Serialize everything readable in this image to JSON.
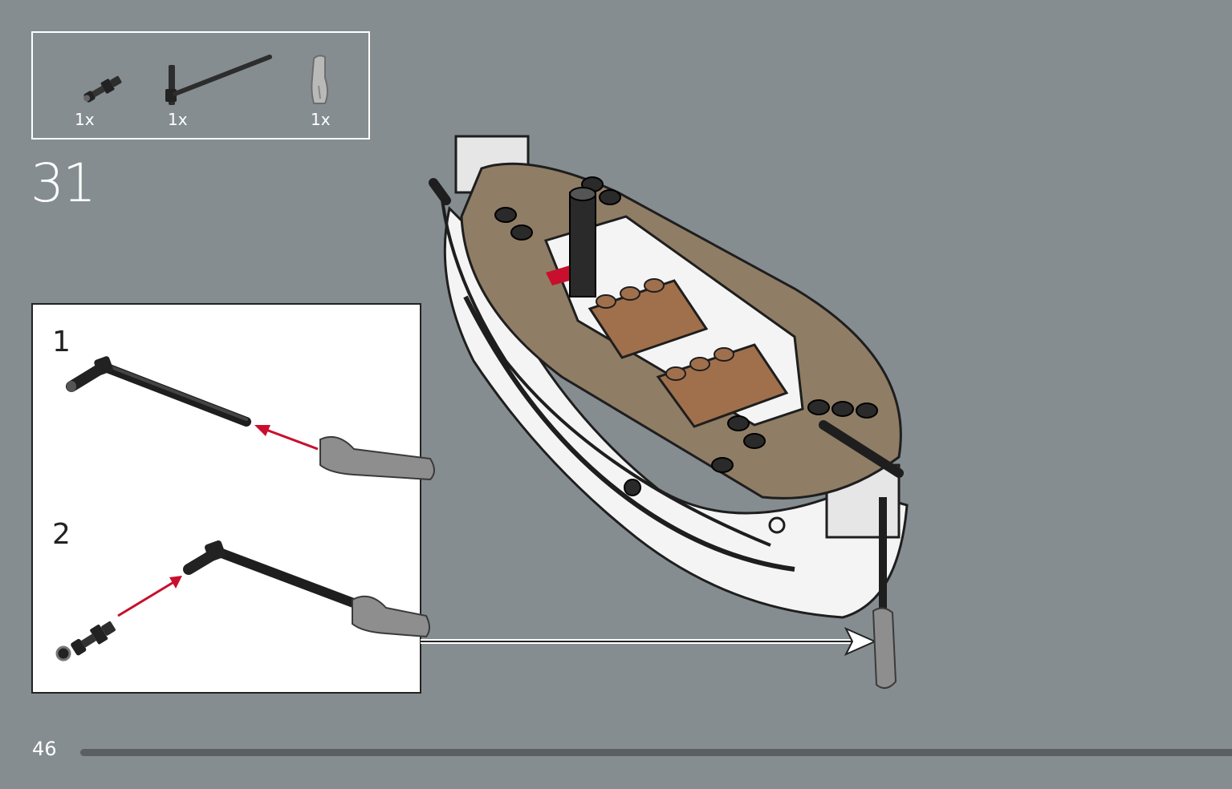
{
  "parts_list": {
    "items": [
      {
        "name": "Connector axle pin",
        "count": "1x",
        "color": "#2d2d2d"
      },
      {
        "name": "Bar with clip",
        "count": "1x",
        "color": "#2d2d2d"
      },
      {
        "name": "Oar blade",
        "count": "1x",
        "color": "#8a8a8a"
      }
    ]
  },
  "step": {
    "number": "31"
  },
  "sub_steps": [
    {
      "number": "1"
    },
    {
      "number": "2"
    }
  ],
  "footer": {
    "page_number": "46"
  },
  "colors": {
    "background": "#868d90",
    "hull_white": "#f4f4f4",
    "deck_tan": "#8f7d66",
    "wood_brown": "#a0704c",
    "arrow_red": "#c8102e",
    "dark_part": "#2d2d2d"
  }
}
